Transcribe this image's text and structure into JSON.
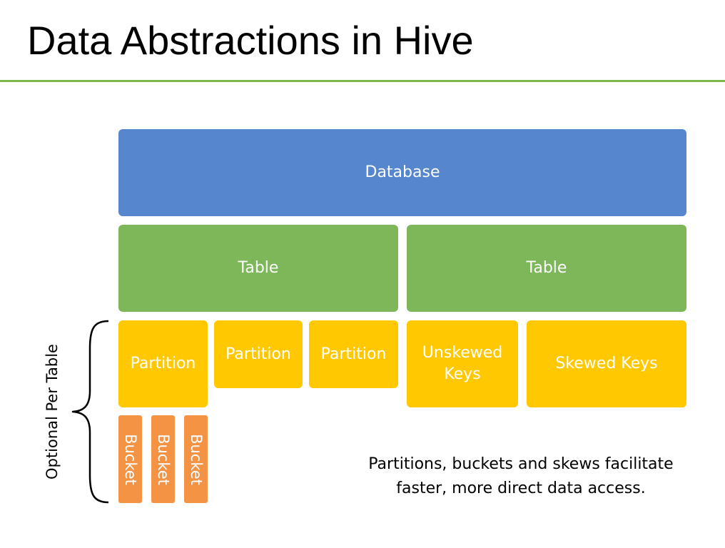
{
  "slide": {
    "title": "Data Abstractions in Hive",
    "accent_color": "#7db84a"
  },
  "diagram": {
    "database": {
      "label": "Database",
      "color": "#5586ce"
    },
    "tables": [
      {
        "label": "Table",
        "color": "#7db75a"
      },
      {
        "label": "Table",
        "color": "#7db75a"
      }
    ],
    "partitions": [
      {
        "label": "Partition"
      },
      {
        "label": "Partition"
      },
      {
        "label": "Partition"
      }
    ],
    "skew_keys": [
      {
        "label": "Unskewed Keys"
      },
      {
        "label": "Skewed Keys"
      }
    ],
    "buckets": [
      {
        "label": "Bucket"
      },
      {
        "label": "Bucket"
      },
      {
        "label": "Bucket"
      }
    ],
    "optional_label": "Optional Per Table",
    "colors": {
      "partition": "#ffc800",
      "bucket": "#f39343"
    }
  },
  "note": {
    "line1": "Partitions, buckets and skews facilitate",
    "line2": "faster, more direct data access."
  }
}
